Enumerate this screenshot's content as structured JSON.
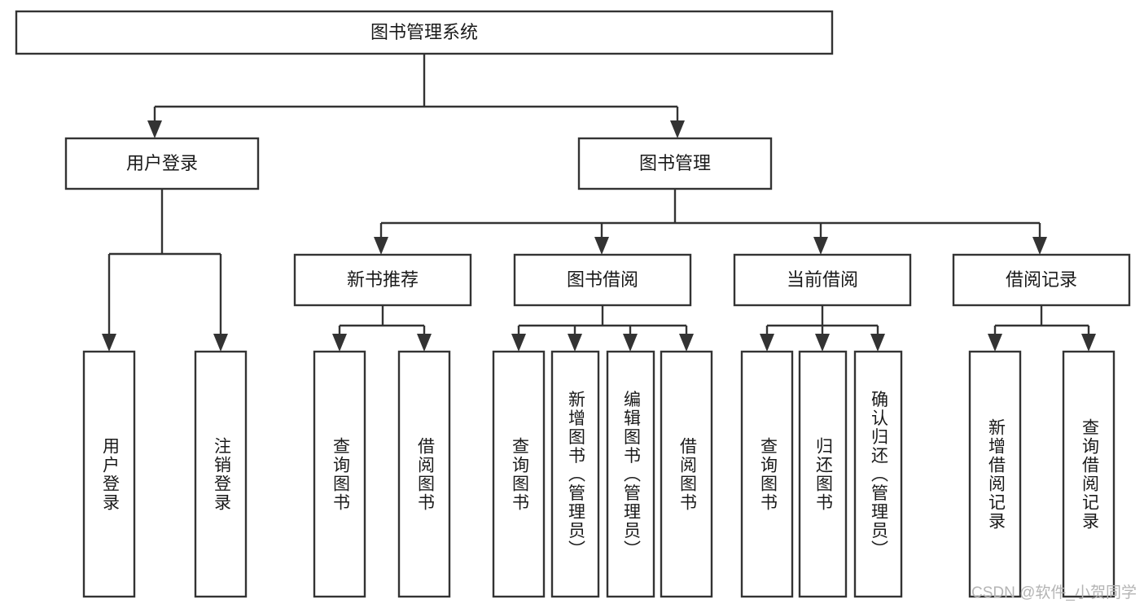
{
  "diagram": {
    "type": "hierarchy-tree",
    "title": "图书管理系统",
    "root": {
      "id": "root",
      "label": "图书管理系统"
    },
    "level2": [
      {
        "id": "user-login",
        "label": "用户登录"
      },
      {
        "id": "book-management",
        "label": "图书管理"
      }
    ],
    "level3": [
      {
        "id": "new-book-recommend",
        "label": "新书推荐",
        "parent": "book-management"
      },
      {
        "id": "book-borrow",
        "label": "图书借阅",
        "parent": "book-management"
      },
      {
        "id": "current-borrow",
        "label": "当前借阅",
        "parent": "book-management"
      },
      {
        "id": "borrow-record",
        "label": "借阅记录",
        "parent": "book-management"
      }
    ],
    "leaves": [
      {
        "id": "leaf-user-login",
        "label": "用户登录",
        "parent": "user-login"
      },
      {
        "id": "leaf-logout",
        "label": "注销登录",
        "parent": "user-login"
      },
      {
        "id": "leaf-query-book-1",
        "label": "查询图书",
        "parent": "new-book-recommend"
      },
      {
        "id": "leaf-borrow-book-1",
        "label": "借阅图书",
        "parent": "new-book-recommend"
      },
      {
        "id": "leaf-query-book-2",
        "label": "查询图书",
        "parent": "book-borrow"
      },
      {
        "id": "leaf-add-book",
        "label": "新增图书（管理员）",
        "parent": "book-borrow"
      },
      {
        "id": "leaf-edit-book",
        "label": "编辑图书（管理员）",
        "parent": "book-borrow"
      },
      {
        "id": "leaf-borrow-book-2",
        "label": "借阅图书",
        "parent": "book-borrow"
      },
      {
        "id": "leaf-query-book-3",
        "label": "查询图书",
        "parent": "current-borrow"
      },
      {
        "id": "leaf-return-book",
        "label": "归还图书",
        "parent": "current-borrow"
      },
      {
        "id": "leaf-confirm-return",
        "label": "确认归还（管理员）",
        "parent": "current-borrow"
      },
      {
        "id": "leaf-add-record",
        "label": "新增借阅记录",
        "parent": "borrow-record"
      },
      {
        "id": "leaf-query-record",
        "label": "查询借阅记录",
        "parent": "borrow-record"
      }
    ]
  },
  "watermark": {
    "text": "CSDN @软件_小贺同学"
  },
  "colors": {
    "stroke": "#333333",
    "box_fill": "#ffffff",
    "text": "#1a1a1a",
    "watermark": "#b4b4b4",
    "background": "#ffffff"
  }
}
